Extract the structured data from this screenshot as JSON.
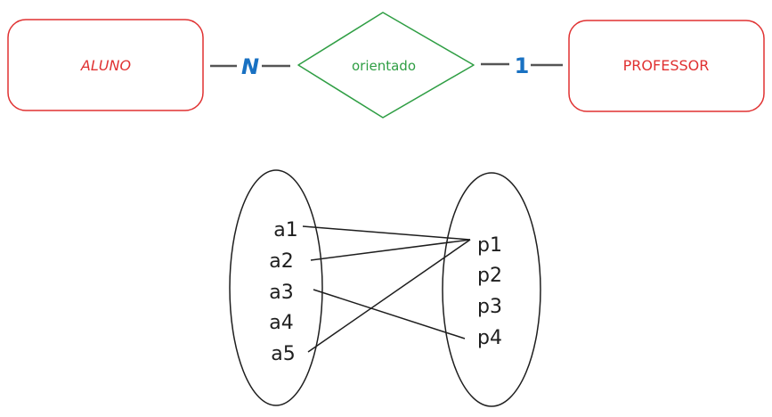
{
  "er": {
    "entity_left": "ALUNO",
    "relationship": "orientado",
    "entity_right": "PROFESSOR",
    "card_left": "N",
    "card_right": "1"
  },
  "sets": {
    "left": [
      "a1",
      "a2",
      "a3",
      "a4",
      "a5"
    ],
    "right": [
      "p1",
      "p2",
      "p3",
      "p4"
    ],
    "mappings": [
      {
        "from": "a1",
        "to": "p1"
      },
      {
        "from": "a2",
        "to": "p1"
      },
      {
        "from": "a5",
        "to": "p1"
      },
      {
        "from": "a3",
        "to": "p4"
      }
    ]
  },
  "colors": {
    "entity": "#e03131",
    "relationship": "#2f9e44",
    "cardinality": "#1971c2",
    "line": "#1e1e1e"
  }
}
